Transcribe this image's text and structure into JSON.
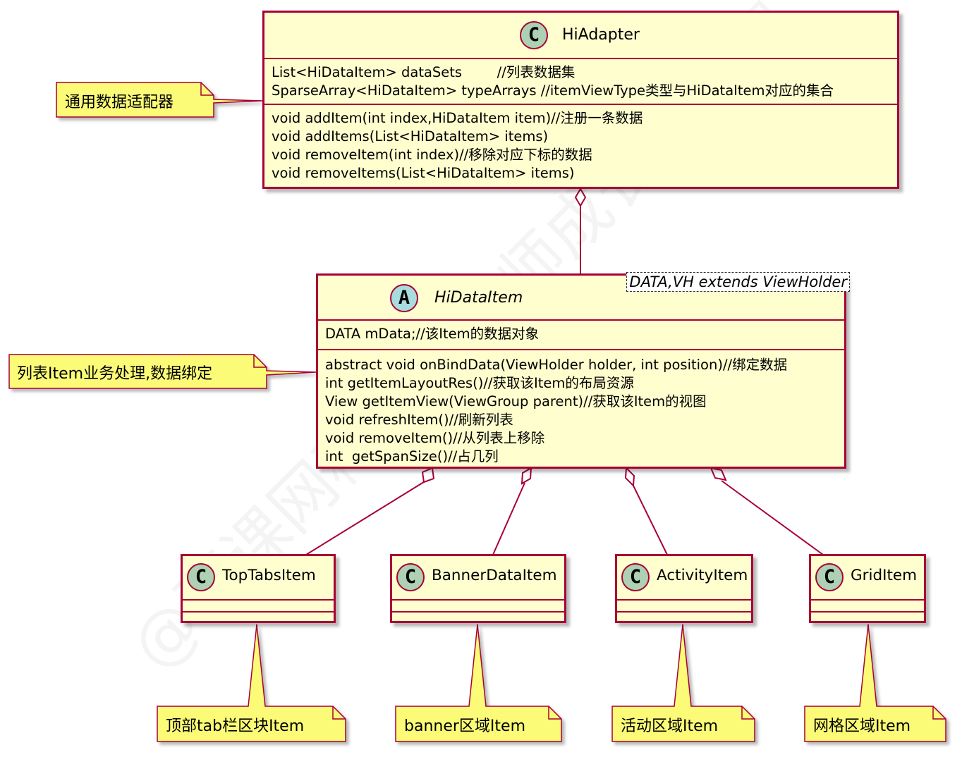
{
  "watermark": "@慕课网稀有架构师成长体系课",
  "colors": {
    "border": "#A80036",
    "fill": "#FEFECE",
    "class_circle": "#ADD1B2",
    "abstract_circle": "#A9DCDF",
    "note_fill": "#FBFB77"
  },
  "hiadapter": {
    "stereotype_letter": "C",
    "name": "HiAdapter",
    "fields": [
      "List<HiDataItem> dataSets        //列表数据集",
      "SparseArray<HiDataItem> typeArrays //itemViewType类型与HiDataItem对应的集合"
    ],
    "methods": [
      "void addItem(int index,HiDataItem item)//注册一条数据",
      "void addItems(List<HiDataItem> items)",
      "void removeItem(int index)//移除对应下标的数据",
      "void removeItems(List<HiDataItem> items)"
    ]
  },
  "hidataitem": {
    "stereotype_letter": "A",
    "name": "HiDataItem",
    "generic": "DATA,VH extends ViewHolder",
    "fields": [
      "DATA mData;//该Item的数据对象"
    ],
    "methods": [
      "abstract void onBindData(ViewHolder holder, int position)//绑定数据",
      "int getItemLayoutRes()//获取该Item的布局资源",
      "View getItemView(ViewGroup parent)//获取该Item的视图",
      "void refreshItem()//刷新列表",
      "void removeItem()//从列表上移除",
      "int  getSpanSize()//占几列"
    ]
  },
  "subclasses": [
    {
      "letter": "C",
      "name": "TopTabsItem"
    },
    {
      "letter": "C",
      "name": "BannerDataItem"
    },
    {
      "letter": "C",
      "name": "ActivityItem"
    },
    {
      "letter": "C",
      "name": "GridItem"
    }
  ],
  "notes": {
    "adapter": "通用数据适配器",
    "dataitem": "列表Item业务处理,数据绑定",
    "top_tabs": "顶部tab栏区块Item",
    "banner": "banner区域Item",
    "activity": "活动区域Item",
    "grid": "网格区域Item"
  }
}
